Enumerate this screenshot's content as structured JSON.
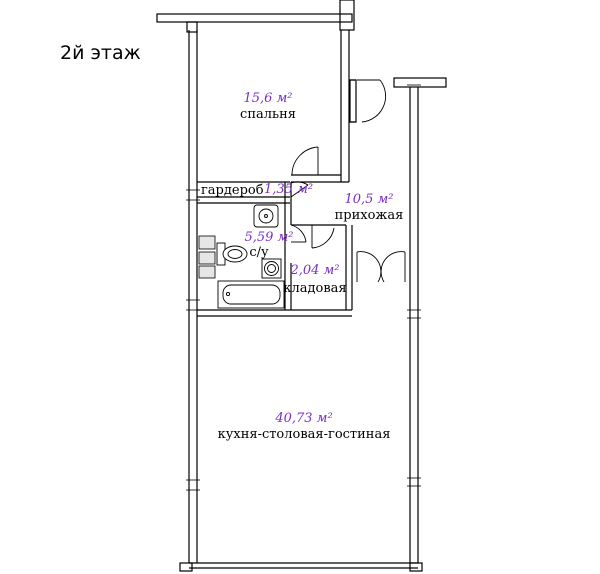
{
  "floor_label": "2й этаж",
  "colors": {
    "area_text": "#7a2fc6",
    "walls": "#000000"
  },
  "rooms": {
    "bedroom": {
      "area": "15,6 м²",
      "name": "спальня"
    },
    "wardrobe": {
      "area": "1,35 м²",
      "name": "гардероб"
    },
    "hallway": {
      "area": "10,5 м²",
      "name": "прихожая"
    },
    "bathroom": {
      "area": "5,59 м²",
      "name": "с/у"
    },
    "storage": {
      "area": "2,04 м²",
      "name": "кладовая"
    },
    "living": {
      "area": "40,73 м²",
      "name": "кухня-столовая-гостиная"
    }
  }
}
